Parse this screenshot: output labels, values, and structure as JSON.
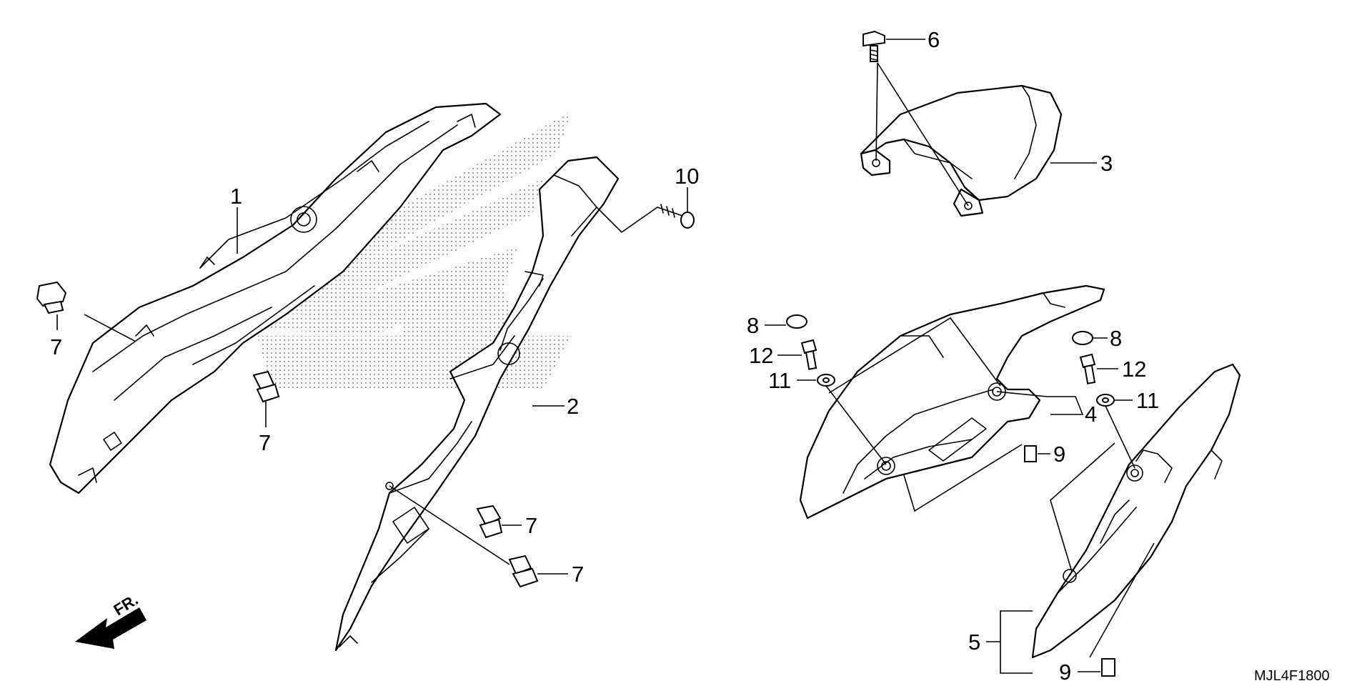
{
  "diagram": {
    "drawing_code": "MJL4F1800",
    "direction_label": "FR.",
    "callouts": [
      {
        "id": "c1",
        "label": "1"
      },
      {
        "id": "c2",
        "label": "2"
      },
      {
        "id": "c3",
        "label": "3"
      },
      {
        "id": "c4",
        "label": "4"
      },
      {
        "id": "c5",
        "label": "5"
      },
      {
        "id": "c6",
        "label": "6"
      },
      {
        "id": "c7a",
        "label": "7"
      },
      {
        "id": "c7b",
        "label": "7"
      },
      {
        "id": "c7c",
        "label": "7"
      },
      {
        "id": "c7d",
        "label": "7"
      },
      {
        "id": "c8a",
        "label": "8"
      },
      {
        "id": "c8b",
        "label": "8"
      },
      {
        "id": "c9a",
        "label": "9"
      },
      {
        "id": "c9b",
        "label": "9"
      },
      {
        "id": "c10",
        "label": "10"
      },
      {
        "id": "c11a",
        "label": "11"
      },
      {
        "id": "c11b",
        "label": "11"
      },
      {
        "id": "c12a",
        "label": "12"
      },
      {
        "id": "c12b",
        "label": "12"
      }
    ]
  }
}
